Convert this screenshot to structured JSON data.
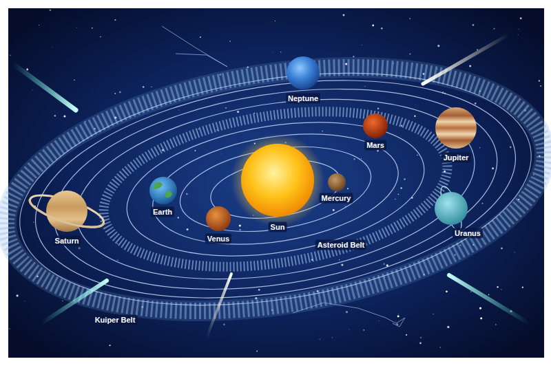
{
  "diagram": {
    "labels": [
      "Neptune",
      "Mars",
      "Jupiter",
      "Mercury",
      "Earth",
      "Saturn",
      "Venus",
      "Sun",
      "Asteroid Belt",
      "Uranus",
      "Kuiper Belt"
    ]
  }
}
